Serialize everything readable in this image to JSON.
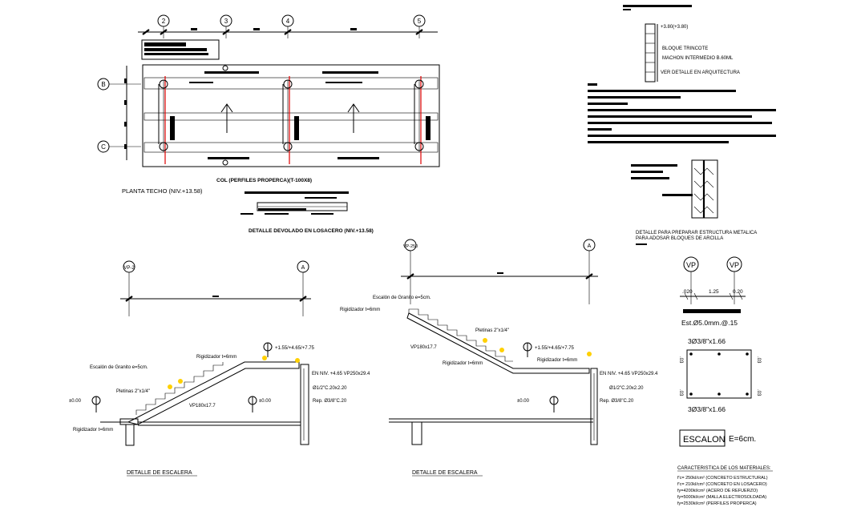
{
  "axes": {
    "top": [
      "2",
      "3",
      "4",
      "5"
    ],
    "left": [
      "B",
      "C"
    ],
    "stair_right": "A"
  },
  "roof_plan": {
    "caption": "PLANTA TECHO (NIV.+13.58)",
    "section_title": "COL (PERFILES PROPERCA)(T-100X8)",
    "detail_title": "DETALLE DEVOLADO EN LOSACERO (NIV.+13.58)"
  },
  "wall_detail": {
    "level": "+3.80(+3.80)",
    "notes": [
      "BLOQUE TRINCOTE",
      "MACHON INTERMEDIO B.60ML",
      "VER DETALLE EN ARQUITECTURA"
    ],
    "caption_lines": [
      "DETALLE PARA PREPARAR ESTRUCTURA METALICA",
      "PARA ADOSAR BLOQUES DE ARCILLA"
    ]
  },
  "stair_left": {
    "title": "DETALLE DE ESCALERA",
    "axis_label": "VP-2",
    "labels": {
      "rigidizador_top": "Rigidizador t=6mm",
      "granite": "Escalón de Granito e=5cm.",
      "pletinas": "Pletinas 2\"x1/4\"",
      "vp": "VP180x17.7",
      "rigidizador_bottom": "Rigidizador t=6mm",
      "level_top": "+1.55/+4.65/+7.75",
      "level_left": "±0.00",
      "level_mid": "±0.00",
      "beam": "EN NIV. +4.65 VP250x29.4",
      "rebar1": "Ø1/2\"C.20x2.20",
      "rebar2": "Rep. Ø3/8\"C.20"
    }
  },
  "stair_right": {
    "title": "DETALLE DE ESCALERA",
    "axis_label": "VP-250",
    "labels": {
      "granite": "Escalón de Granito e=5cm.",
      "rigidizador_top": "Rigidizador t=6mm",
      "pletinas": "Pletinas 2\"x1/4\"",
      "vp": "VP180x17.7",
      "rigidizador_mid": "Rigidizador t=6mm",
      "rigidizador_low": "Rigidizador t=6mm",
      "level_top": "+1.55/+4.65/+7.75",
      "level_left": "±0.00",
      "beam": "EN NIV. +4.65 VP250x29.4",
      "rebar1": "Ø1/2\"C.20x2.20",
      "rebar2": "Rep. Ø3/8\"C.20"
    }
  },
  "step_detail": {
    "bubbles": [
      "VP",
      "VP"
    ],
    "dims": [
      ".020",
      "1.25",
      "0.20"
    ],
    "stirrup": "Est.Ø5.0mm.@.15",
    "bar_top": "3Ø3/8\"x1.66",
    "bar_bottom": "3Ø3/8\"x1.66",
    "side_dim": ".03",
    "label_box": "ESCALON",
    "label_e": "E=6cm."
  },
  "materials": {
    "title": "CARACTERISTICA DE LOS MATERIALES:",
    "lines": [
      "f'c= 250kl/cm² (CONCRETO ESTRUCTURAL)",
      "f'c= 210kl/cm² (CONCRETO EN LOSACERO)",
      "fy=4200kl/cm² (ACERO DE REFUERZO)",
      "fy=5000kl/cm² (MALLA ELECTROSOLDADA)",
      "fy=2530kl/cm² (PERFILES PROPERCA)"
    ]
  }
}
